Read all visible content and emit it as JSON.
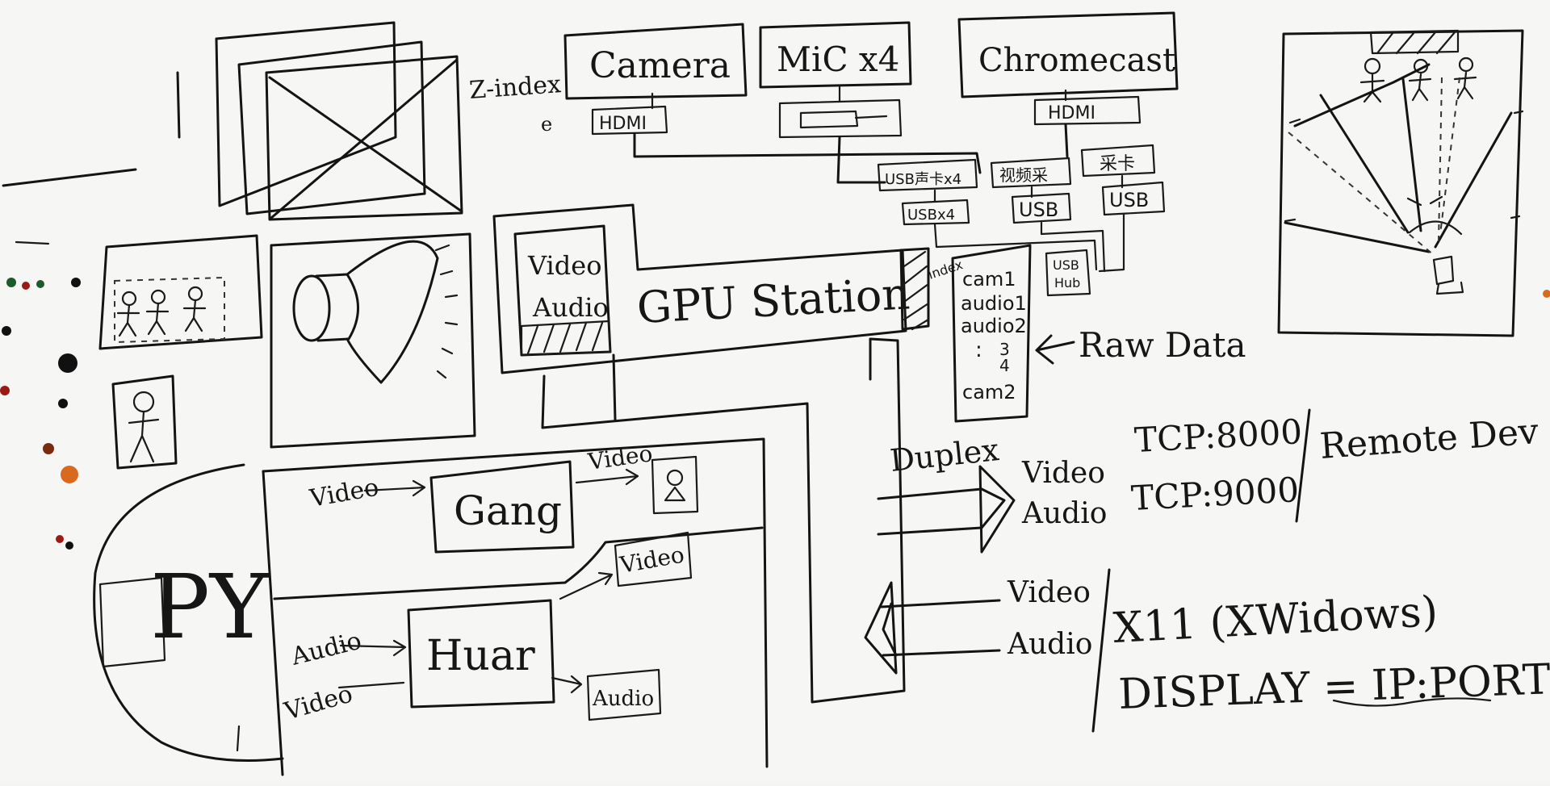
{
  "inputs": {
    "camera": "Camera",
    "mic": "MiC x4",
    "chromecast": "Chromecast",
    "hdmi_camera": "HDMI",
    "hdmi_chromecast": "HDMI"
  },
  "adapters": {
    "usb_sound": "USB声卡x4",
    "video_capture": "视频采",
    "capture_card": "采卡",
    "usb_x4": "USBx4",
    "usb_a": "USB",
    "usb_b": "USB",
    "usb_hub_line1": "USB",
    "usb_hub_line2": "Hub"
  },
  "station": {
    "label": "GPU Station",
    "va_line1": "Video",
    "va_line2": "Audio",
    "index_tag": "index",
    "z_index": "Z-index",
    "small_e": "e"
  },
  "raw": {
    "items": [
      "cam1",
      "audio1",
      "audio2",
      "3",
      "4",
      "cam2"
    ],
    "dots": ":",
    "arrow_label": "Raw Data"
  },
  "py": {
    "label": "PY",
    "gang": "Gang",
    "huar": "Huar",
    "video_in": "Video",
    "video_out": "Video",
    "audio_in": "Audio",
    "video_in2": "Video",
    "video_out2": "Video",
    "audio_out": "Audio"
  },
  "network": {
    "duplex": "Duplex",
    "video": "Video",
    "audio": "Audio",
    "tcp_video": "TCP:8000",
    "tcp_audio": "TCP:9000",
    "remote": "Remote Dev",
    "video2": "Video",
    "audio2": "Audio",
    "x11": "X11 (XWidows)",
    "display": "DISPLAY = IP:PORT"
  },
  "colors": {
    "board": "#f6f6f4",
    "ink": "#141414",
    "dot_red": "#9b1a14",
    "dot_orange": "#d9691f",
    "dot_green": "#1f5a2a"
  }
}
